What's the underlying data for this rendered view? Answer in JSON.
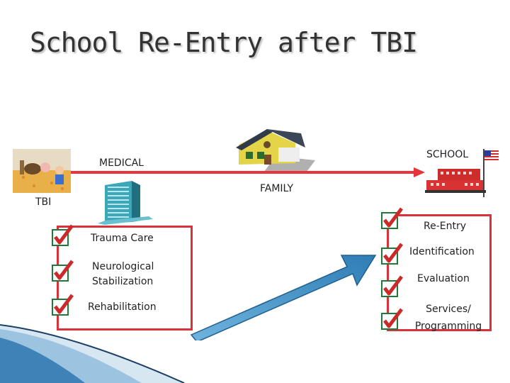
{
  "title": "School Re-Entry after TBI",
  "timeline": {
    "medical": "MEDICAL",
    "school": "SCHOOL",
    "family": "FAMILY",
    "tbi": "TBI"
  },
  "medical_steps": [
    "Trauma Care",
    "Neurological Stabilization",
    "Rehabilitation"
  ],
  "school_steps": [
    "Re-Entry",
    "Identification",
    "Evaluation",
    "Services/ Programming"
  ],
  "colors": {
    "line": "#e8323c",
    "box": "#d9323a",
    "check": "#cc2a2a",
    "arrow": "#2f7db5"
  }
}
